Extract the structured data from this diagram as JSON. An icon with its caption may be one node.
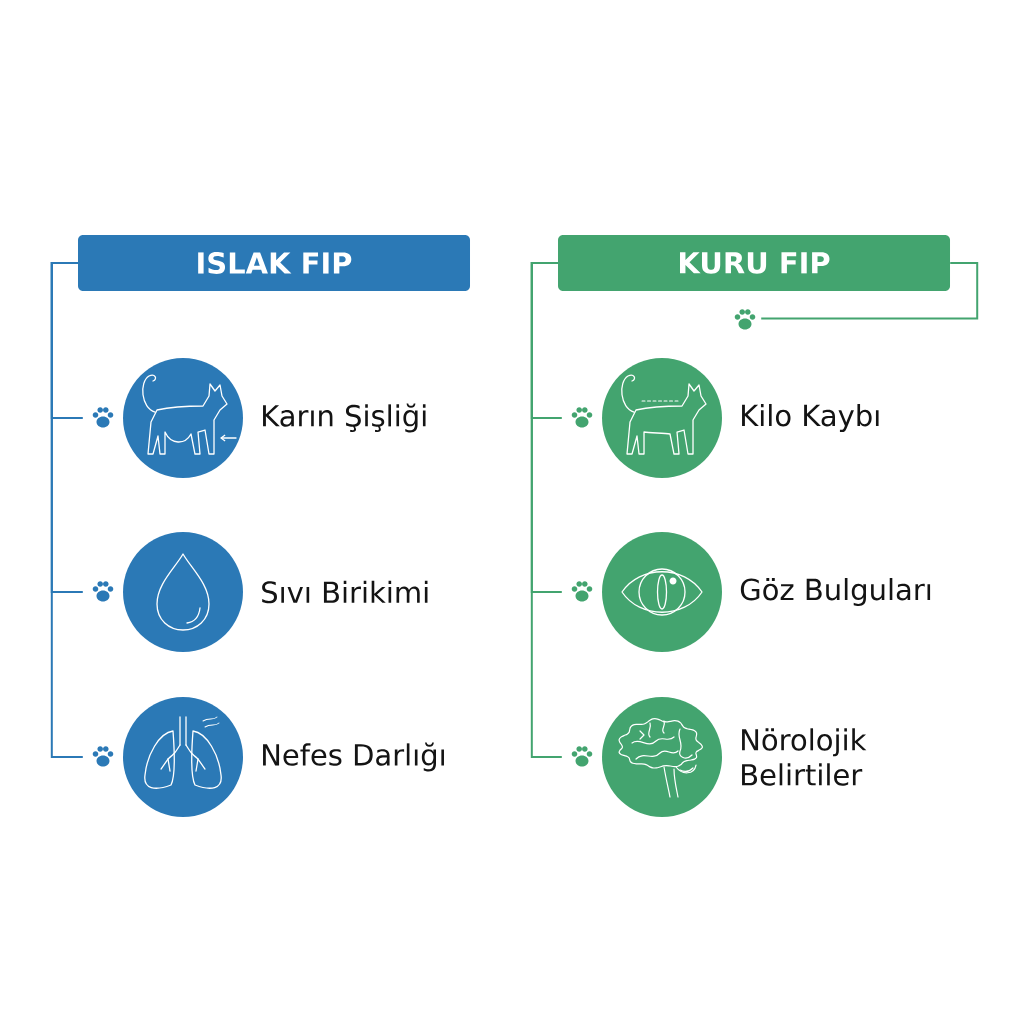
{
  "diagram": {
    "nodes": [
      {
        "text": [
          "ISLAK FIP"
        ]
      },
      {
        "text": [],
        "shape": "circle",
        "beside": [
          "Karın Şişliği"
        ]
      },
      {
        "text": [],
        "shape": "circle",
        "beside": [
          "Sıvı Birikimi"
        ]
      },
      {
        "text": [],
        "shape": "circle",
        "beside": [
          "Nefes Darlığı"
        ]
      },
      {
        "text": [
          "KURU FIP"
        ]
      },
      {
        "text": [],
        "shape": "picture"
      },
      {
        "text": [],
        "shape": "circle",
        "beside": [
          "Kilo Kaybı"
        ]
      },
      {
        "text": [],
        "shape": "circle",
        "beside": [
          "Göz Bulguları"
        ]
      },
      {
        "text": [],
        "shape": "circle",
        "beside": [
          "Nörolojik Belirtiler"
        ]
      }
    ],
    "edges": [
      {
        "from": 0,
        "to": 1,
        "arrow": "none",
        "color": "#2b79b6"
      },
      {
        "from": 0,
        "to": 2,
        "arrow": "none",
        "color": "#2b79b6"
      },
      {
        "from": 0,
        "to": 3,
        "arrow": "none",
        "color": "#2b79b6"
      },
      {
        "from": 4,
        "to": 6,
        "arrow": "none"
      },
      {
        "from": 4,
        "to": 7,
        "arrow": "none"
      },
      {
        "from": 4,
        "to": 8,
        "arrow": "none"
      },
      {
        "from": 4,
        "to": 5,
        "arrow": "none"
      }
    ]
  }
}
